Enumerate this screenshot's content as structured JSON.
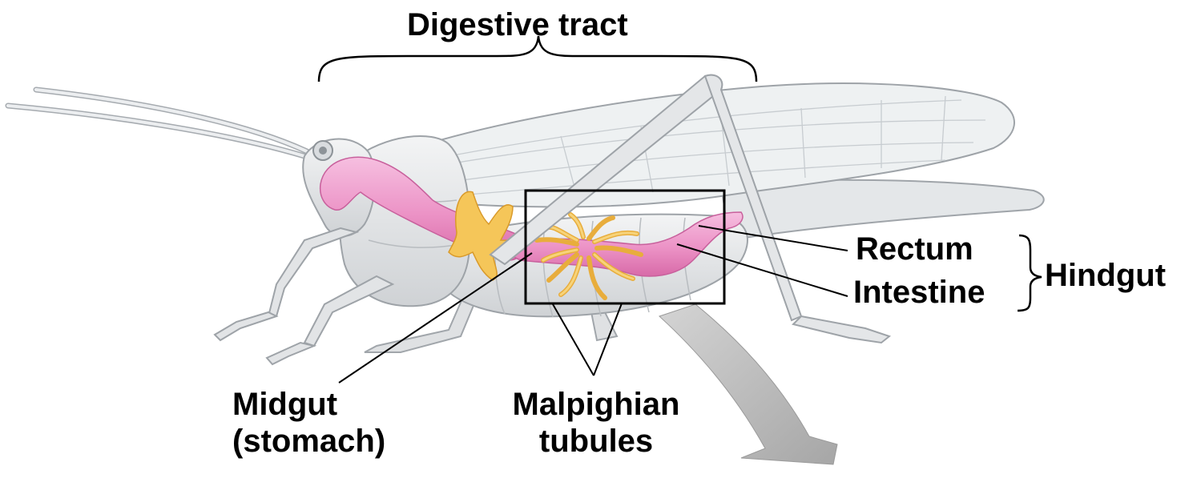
{
  "labels": {
    "digestive_tract": "Digestive tract",
    "rectum": "Rectum",
    "intestine": "Intestine",
    "hindgut": "Hindgut",
    "midgut_line1": "Midgut",
    "midgut_line2": "(stomach)",
    "malpighian_line1": "Malpighian",
    "malpighian_line2": "tubules"
  },
  "colors": {
    "gut": "#ef9fce",
    "gut_dark": "#d96aaa",
    "tubules": "#f6c85a",
    "tubules_dark": "#e0a232",
    "body": "#e6e7e8",
    "body_stroke": "#9ea3a8",
    "wing": "#eef1f2",
    "arrow": "#b5b5b5",
    "leader": "#000000"
  }
}
